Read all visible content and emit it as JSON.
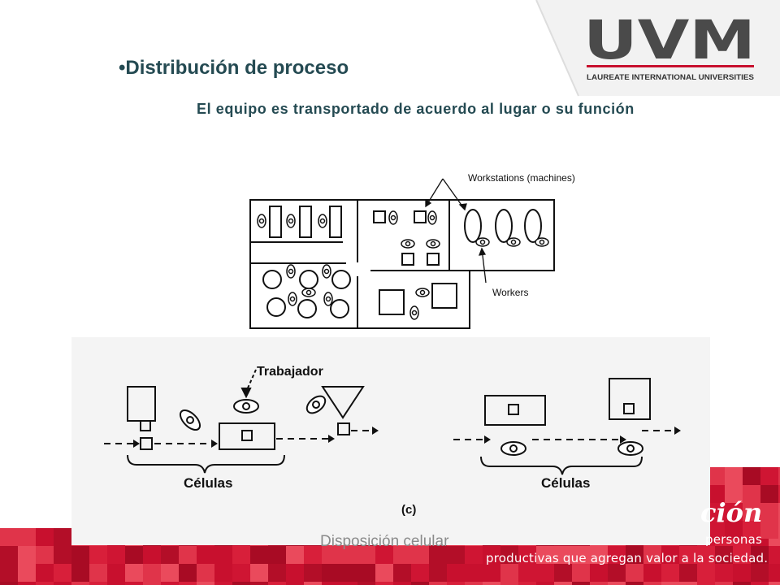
{
  "slide": {
    "title": "•Distribución de proceso",
    "body": "El equipo es transportado de acuerdo al lugar o su función",
    "caption": "Disposición celular"
  },
  "logo": {
    "name": "UVM",
    "tagline": "LAUREATE INTERNATIONAL UNIVERSITIES",
    "color": "#4a4a4a",
    "accent": "#c8102e"
  },
  "footer": {
    "word": "ción",
    "line1": "personas",
    "line2": "productivas que agregan valor a la sociedad.",
    "band_color": "#c8102e"
  },
  "diagram_top": {
    "label_machines": "Workstations (machines)",
    "label_workers": "Workers"
  },
  "diagram_bottom": {
    "label_worker": "Trabajador",
    "cells_left": "Células",
    "cells_right": "Células",
    "figure_label": "(c)"
  }
}
